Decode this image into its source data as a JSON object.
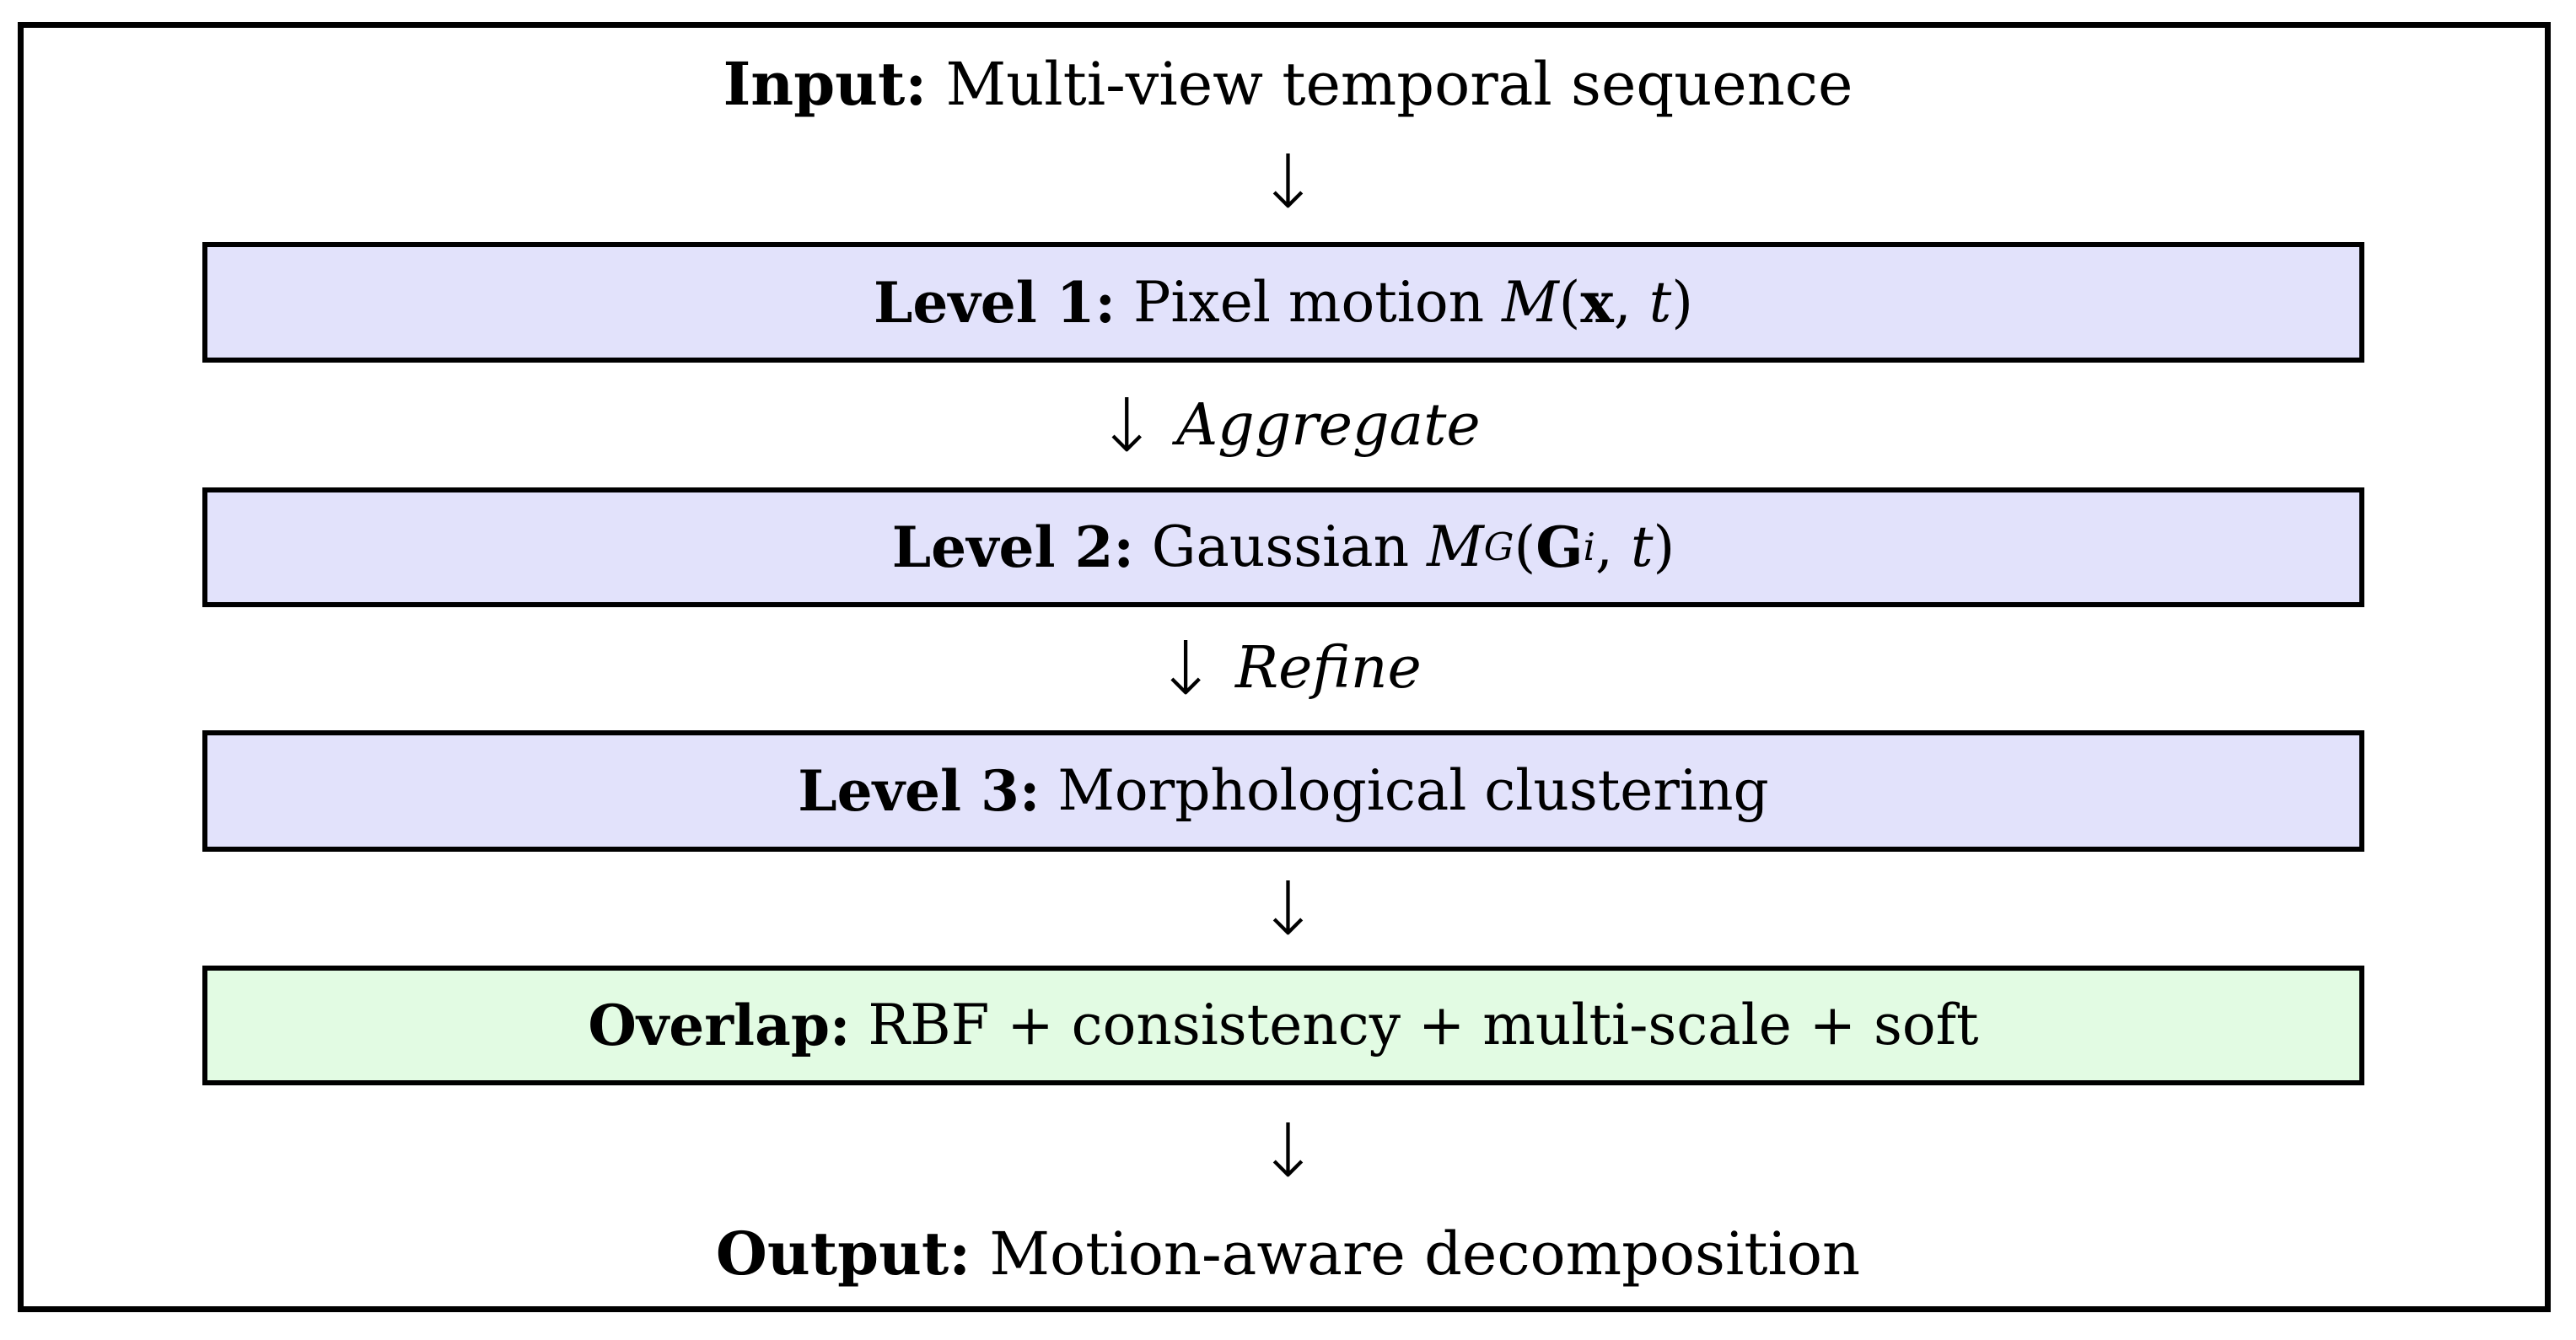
{
  "colors": {
    "background": "#ffffff",
    "border": "#000000",
    "box_fill_lavender": "#e2e2fb",
    "box_fill_green": "#e2fbe3"
  },
  "nodes": [
    {
      "id": "input",
      "type": "text",
      "segments": [
        {
          "text": "Input:",
          "bold": true
        },
        {
          "text": " Multi-view temporal sequence"
        }
      ]
    },
    {
      "id": "arrow-1",
      "type": "arrow",
      "glyph": "↓",
      "label": ""
    },
    {
      "id": "level1",
      "type": "box",
      "fill": "lavender",
      "segments": [
        {
          "text": "Level 1:",
          "bold": true
        },
        {
          "text": " Pixel motion "
        },
        {
          "text": "M",
          "italic": true
        },
        {
          "text": "("
        },
        {
          "text": "x",
          "bold": true
        },
        {
          "text": ", "
        },
        {
          "text": "t",
          "italic": true
        },
        {
          "text": ")"
        }
      ]
    },
    {
      "id": "arrow-aggregate",
      "type": "arrow",
      "glyph": "↓",
      "label": "Aggregate"
    },
    {
      "id": "level2",
      "type": "box",
      "fill": "lavender",
      "segments": [
        {
          "text": "Level 2:",
          "bold": true
        },
        {
          "text": " Gaussian "
        },
        {
          "text": "M",
          "italic": true
        },
        {
          "text": "G",
          "sub": true,
          "italic": true
        },
        {
          "text": "("
        },
        {
          "text": "G",
          "bold": true
        },
        {
          "text": "i",
          "sub": true,
          "italic": true
        },
        {
          "text": ", "
        },
        {
          "text": "t",
          "italic": true
        },
        {
          "text": ")"
        }
      ]
    },
    {
      "id": "arrow-refine",
      "type": "arrow",
      "glyph": "↓",
      "label": "Refine"
    },
    {
      "id": "level3",
      "type": "box",
      "fill": "lavender",
      "segments": [
        {
          "text": "Level 3:",
          "bold": true
        },
        {
          "text": " Morphological clustering"
        }
      ]
    },
    {
      "id": "arrow-4",
      "type": "arrow",
      "glyph": "↓",
      "label": ""
    },
    {
      "id": "overlap",
      "type": "box",
      "fill": "green",
      "segments": [
        {
          "text": "Overlap:",
          "bold": true
        },
        {
          "text": " RBF + consistency + multi-scale + soft"
        }
      ]
    },
    {
      "id": "arrow-5",
      "type": "arrow",
      "glyph": "↓",
      "label": ""
    },
    {
      "id": "output",
      "type": "text",
      "segments": [
        {
          "text": "Output:",
          "bold": true
        },
        {
          "text": " Motion-aware decomposition"
        }
      ]
    }
  ]
}
